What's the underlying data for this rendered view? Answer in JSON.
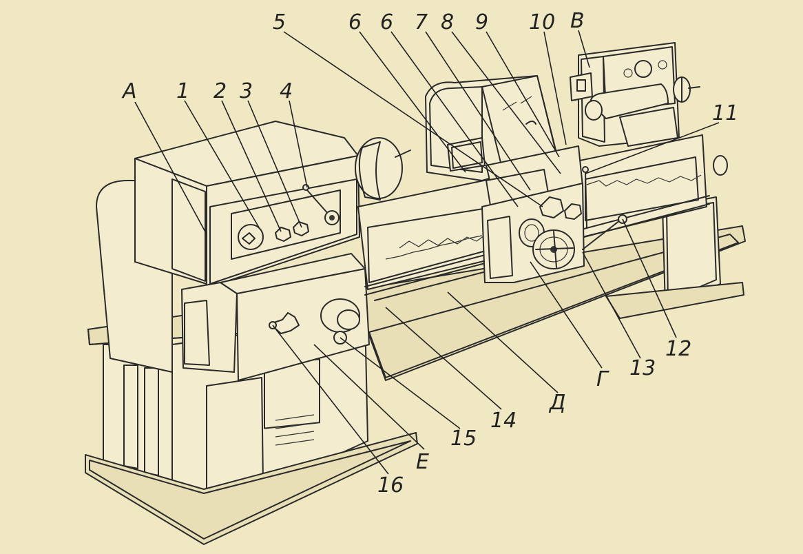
{
  "callouts": [
    {
      "id": "A",
      "text": "А"
    },
    {
      "id": "1",
      "text": "1"
    },
    {
      "id": "2",
      "text": "2"
    },
    {
      "id": "3",
      "text": "3"
    },
    {
      "id": "4",
      "text": "4"
    },
    {
      "id": "5",
      "text": "5"
    },
    {
      "id": "6a",
      "text": "6"
    },
    {
      "id": "6b",
      "text": "6"
    },
    {
      "id": "7",
      "text": "7"
    },
    {
      "id": "8",
      "text": "8"
    },
    {
      "id": "9",
      "text": "9"
    },
    {
      "id": "10",
      "text": "10"
    },
    {
      "id": "B",
      "text": "В"
    },
    {
      "id": "11",
      "text": "11"
    },
    {
      "id": "12",
      "text": "12"
    },
    {
      "id": "13",
      "text": "13"
    },
    {
      "id": "G",
      "text": "Г"
    },
    {
      "id": "D",
      "text": "Д"
    },
    {
      "id": "14",
      "text": "14"
    },
    {
      "id": "15",
      "text": "15"
    },
    {
      "id": "E",
      "text": "Е"
    },
    {
      "id": "16",
      "text": "16"
    }
  ],
  "colors": {
    "paper": "#f0e8c3",
    "ink": "#2a2a2a"
  }
}
